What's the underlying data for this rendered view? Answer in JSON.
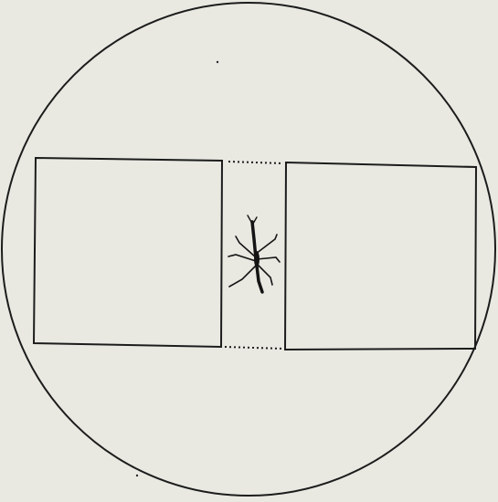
{
  "figure": {
    "background_color": "#e9e9e2",
    "ink_color": "#1c1c1c",
    "elements": {
      "outer_circle": "circle",
      "left_rectangle": "rectangle",
      "right_rectangle": "rectangle",
      "gap_top_boundary": "dotted-line",
      "gap_bottom_boundary": "dotted-line",
      "center_figure": "insect-icon"
    }
  }
}
